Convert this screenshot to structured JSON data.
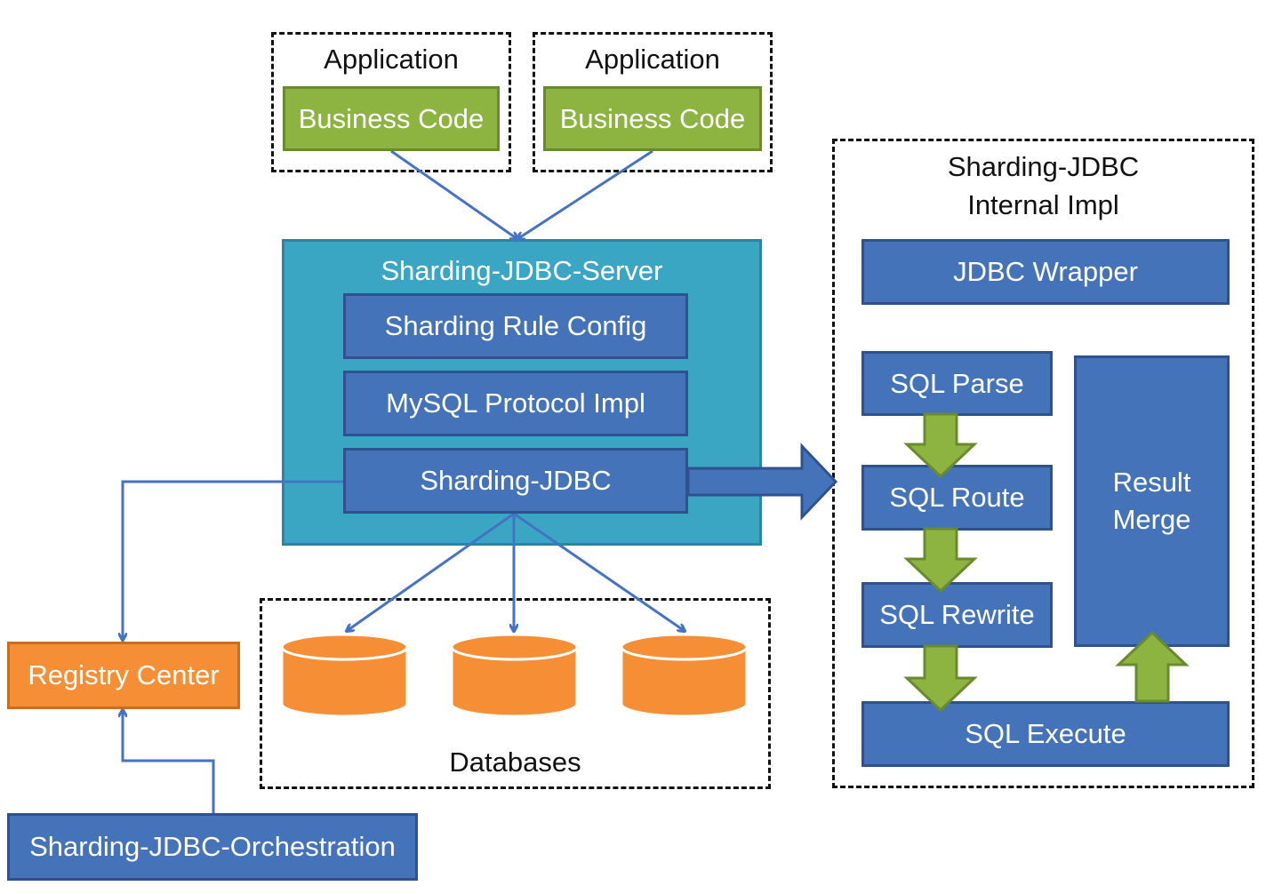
{
  "applications": [
    {
      "label": "Application",
      "code": "Business Code"
    },
    {
      "label": "Application",
      "code": "Business Code"
    }
  ],
  "server": {
    "title": "Sharding-JDBC-Server",
    "modules": [
      "Sharding Rule Config",
      "MySQL Protocol Impl",
      "Sharding-JDBC"
    ]
  },
  "databases": {
    "label": "Databases",
    "count": 3
  },
  "registry": {
    "label": "Registry Center"
  },
  "orchestration": {
    "label": "Sharding-JDBC-Orchestration"
  },
  "internal": {
    "title": "Sharding-JDBC\nInternal Impl",
    "wrapper": "JDBC Wrapper",
    "steps": [
      "SQL Parse",
      "SQL Route",
      "SQL Rewrite",
      "SQL Execute"
    ],
    "merge": "Result\nMerge"
  },
  "colors": {
    "green": "#8db341",
    "blue": "#4573ba",
    "teal": "#3ba6c4",
    "orange": "#f68e35",
    "connector": "#4472c4"
  }
}
